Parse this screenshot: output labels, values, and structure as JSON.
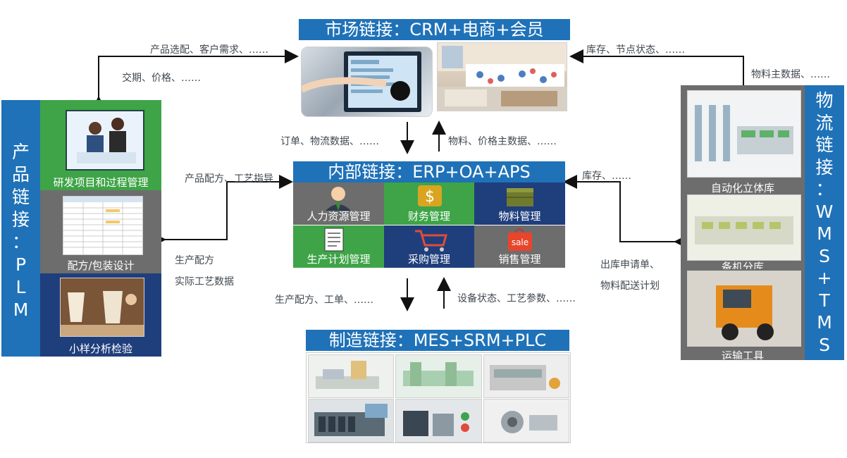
{
  "market": {
    "title": "市场链接：CRM+电商+会员",
    "icons": [
      "touchscreen-image",
      "bedroom-image"
    ]
  },
  "internal": {
    "title": "内部链接：ERP+OA+APS",
    "tiles": [
      {
        "label": "人力资源管理",
        "icon": "person-icon"
      },
      {
        "label": "财务管理",
        "icon": "money-icon"
      },
      {
        "label": "物料管理",
        "icon": "boxes-icon"
      },
      {
        "label": "生产计划管理",
        "icon": "document-icon"
      },
      {
        "label": "采购管理",
        "icon": "cart-icon"
      },
      {
        "label": "销售管理",
        "icon": "sale-bag-icon",
        "badge": "sale"
      }
    ]
  },
  "manufacturing": {
    "title": "制造链接：MES+SRM+PLC"
  },
  "plm": {
    "vertical_label": [
      "产",
      "品",
      "链",
      "接",
      "：",
      "P",
      "L",
      "M"
    ],
    "cells": [
      {
        "label": "研发项目和过程管理"
      },
      {
        "label": "配方/包装设计"
      },
      {
        "label": "小样分析检验"
      }
    ]
  },
  "logistics": {
    "vertical_label": [
      "物",
      "流",
      "链",
      "接",
      "：",
      "W",
      "M",
      "S",
      "+",
      "T",
      "M",
      "S"
    ],
    "cells": [
      {
        "label": "自动化立体库"
      },
      {
        "label": "备机分库"
      },
      {
        "label": "运输工具"
      }
    ]
  },
  "notes": {
    "plm_to_market_top": "产品选配、客户需求、……",
    "market_to_plm": "交期、价格、……",
    "logistics_to_market": "库存、节点状态、……",
    "market_to_logistics": "物料主数据、……",
    "market_to_internal": "订单、物流数据、……",
    "internal_to_market": "物料、价格主数据、……",
    "plm_to_internal": "产品配方、工艺指导",
    "internal_to_plm_1": "生产配方",
    "internal_to_plm_2": "实际工艺数据",
    "logistics_to_internal": "库存、……",
    "internal_to_logistics_1": "出库申请单、",
    "internal_to_logistics_2": "物料配送计划",
    "internal_to_mes": "生产配方、工单、……",
    "mes_to_internal": "设备状态、工艺参数、……"
  },
  "colors": {
    "title_blue": "#1f72b8",
    "green": "#3ea447",
    "gray": "#6d6d6d",
    "navy": "#1f3e7c"
  }
}
